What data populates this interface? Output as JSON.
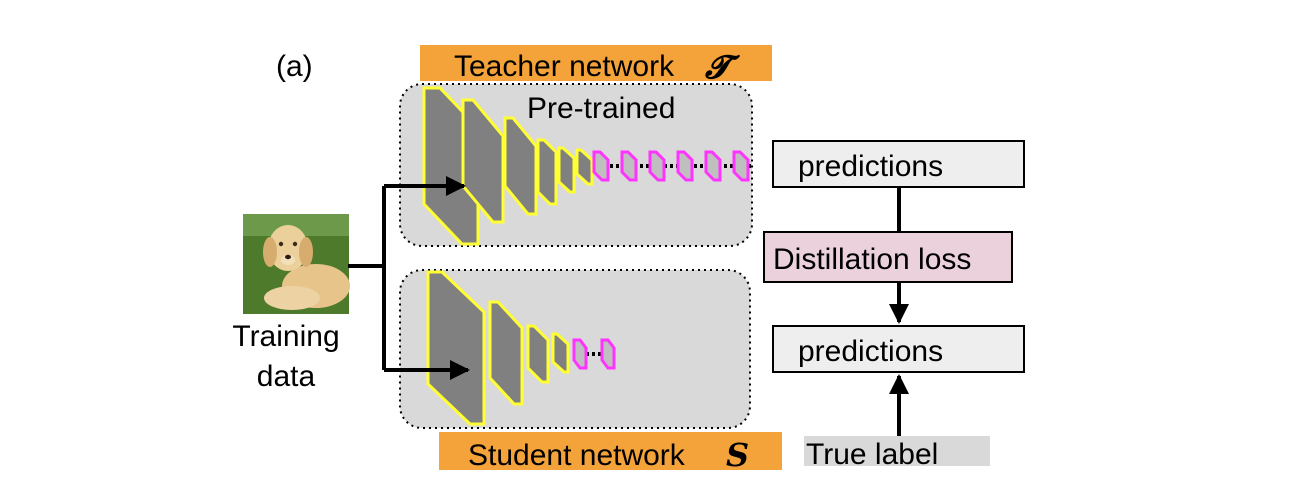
{
  "panel_label": "(a)",
  "teacher": {
    "title": "Teacher network",
    "symbol": "𝓣",
    "pretrained": "Pre-trained",
    "header_color": "#f4a23a",
    "box_color": "#d9d9d9"
  },
  "student": {
    "title": "Student network",
    "symbol": "S",
    "header_color": "#f4a23a",
    "box_color": "#d9d9d9"
  },
  "input": {
    "label_line1": "Training",
    "label_line2": "data",
    "image": "dog-photo"
  },
  "outputs": {
    "teacher_predictions": "predictions",
    "distillation_loss": "Distillation loss",
    "student_predictions": "predictions",
    "true_label": "True label",
    "loss_color": "#ead1dc",
    "prediction_color": "#eeeeee",
    "true_label_color": "#d9d9d9"
  },
  "colors": {
    "conv_layer_edge": "#ffff33",
    "conv_layer_fill": "#808080",
    "fc_layer_edge": "#ff33ff"
  }
}
